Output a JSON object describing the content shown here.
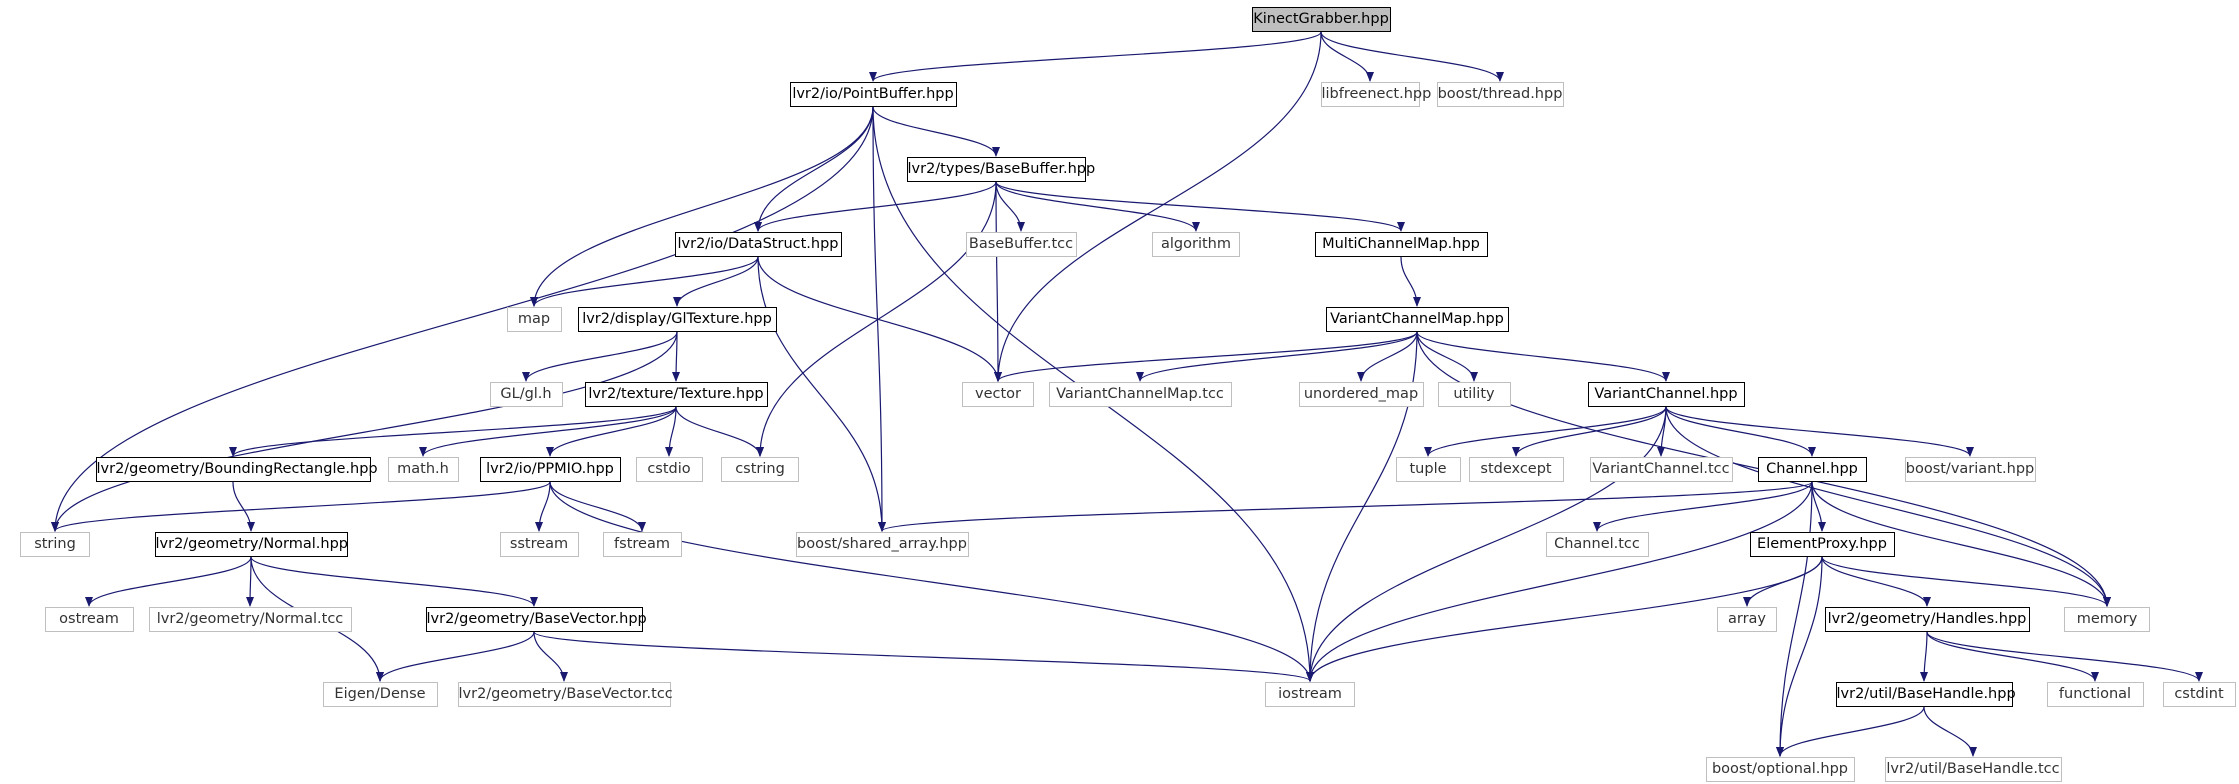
{
  "graph": {
    "root": "KinectGrabber.hpp",
    "colors": {
      "edge": "#191970",
      "root_fill": "#bfbfbf",
      "node_border": "#000000",
      "external_border": "#bfbfbf"
    },
    "nodes": [
      {
        "id": "kg",
        "label": "KinectGrabber.hpp",
        "kind": "root"
      },
      {
        "id": "pb",
        "label": "lvr2/io/PointBuffer.hpp",
        "kind": "doc"
      },
      {
        "id": "libf",
        "label": "libfreenect.hpp",
        "kind": "ext"
      },
      {
        "id": "bthr",
        "label": "boost/thread.hpp",
        "kind": "ext"
      },
      {
        "id": "bb",
        "label": "lvr2/types/BaseBuffer.hpp",
        "kind": "doc"
      },
      {
        "id": "ds",
        "label": "lvr2/io/DataStruct.hpp",
        "kind": "doc"
      },
      {
        "id": "bbtcc",
        "label": "BaseBuffer.tcc",
        "kind": "ext"
      },
      {
        "id": "alg",
        "label": "algorithm",
        "kind": "ext"
      },
      {
        "id": "mcm",
        "label": "MultiChannelMap.hpp",
        "kind": "doc"
      },
      {
        "id": "map",
        "label": "map",
        "kind": "ext"
      },
      {
        "id": "gltex",
        "label": "lvr2/display/GlTexture.hpp",
        "kind": "doc"
      },
      {
        "id": "vcm",
        "label": "VariantChannelMap.hpp",
        "kind": "doc"
      },
      {
        "id": "glh",
        "label": "GL/gl.h",
        "kind": "ext"
      },
      {
        "id": "tex",
        "label": "lvr2/texture/Texture.hpp",
        "kind": "doc"
      },
      {
        "id": "vec",
        "label": "vector",
        "kind": "ext"
      },
      {
        "id": "vcmtcc",
        "label": "VariantChannelMap.tcc",
        "kind": "ext"
      },
      {
        "id": "umap",
        "label": "unordered_map",
        "kind": "ext"
      },
      {
        "id": "util",
        "label": "utility",
        "kind": "ext"
      },
      {
        "id": "vc",
        "label": "VariantChannel.hpp",
        "kind": "doc"
      },
      {
        "id": "brect",
        "label": "lvr2/geometry/BoundingRectangle.hpp",
        "kind": "doc"
      },
      {
        "id": "mathh",
        "label": "math.h",
        "kind": "ext"
      },
      {
        "id": "ppm",
        "label": "lvr2/io/PPMIO.hpp",
        "kind": "doc"
      },
      {
        "id": "cstdio",
        "label": "cstdio",
        "kind": "ext"
      },
      {
        "id": "cstring",
        "label": "cstring",
        "kind": "ext"
      },
      {
        "id": "tuple",
        "label": "tuple",
        "kind": "ext"
      },
      {
        "id": "stdexc",
        "label": "stdexcept",
        "kind": "ext"
      },
      {
        "id": "vctcc",
        "label": "VariantChannel.tcc",
        "kind": "ext"
      },
      {
        "id": "chan",
        "label": "Channel.hpp",
        "kind": "doc"
      },
      {
        "id": "bvar",
        "label": "boost/variant.hpp",
        "kind": "ext"
      },
      {
        "id": "string",
        "label": "string",
        "kind": "ext"
      },
      {
        "id": "normal",
        "label": "lvr2/geometry/Normal.hpp",
        "kind": "doc"
      },
      {
        "id": "sstream",
        "label": "sstream",
        "kind": "ext"
      },
      {
        "id": "fstream",
        "label": "fstream",
        "kind": "ext"
      },
      {
        "id": "bsa",
        "label": "boost/shared_array.hpp",
        "kind": "ext"
      },
      {
        "id": "chtcc",
        "label": "Channel.tcc",
        "kind": "ext"
      },
      {
        "id": "eproxy",
        "label": "ElementProxy.hpp",
        "kind": "doc"
      },
      {
        "id": "ostream",
        "label": "ostream",
        "kind": "ext"
      },
      {
        "id": "normtcc",
        "label": "lvr2/geometry/Normal.tcc",
        "kind": "ext"
      },
      {
        "id": "bvech",
        "label": "lvr2/geometry/BaseVector.hpp",
        "kind": "doc"
      },
      {
        "id": "array",
        "label": "array",
        "kind": "ext"
      },
      {
        "id": "handles",
        "label": "lvr2/geometry/Handles.hpp",
        "kind": "doc"
      },
      {
        "id": "memory",
        "label": "memory",
        "kind": "ext"
      },
      {
        "id": "eigen",
        "label": "Eigen/Dense",
        "kind": "ext"
      },
      {
        "id": "bvectcc",
        "label": "lvr2/geometry/BaseVector.tcc",
        "kind": "ext"
      },
      {
        "id": "iostream",
        "label": "iostream",
        "kind": "ext"
      },
      {
        "id": "bhandle",
        "label": "lvr2/util/BaseHandle.hpp",
        "kind": "doc"
      },
      {
        "id": "functional",
        "label": "functional",
        "kind": "ext"
      },
      {
        "id": "cstdint",
        "label": "cstdint",
        "kind": "ext"
      },
      {
        "id": "bopt",
        "label": "boost/optional.hpp",
        "kind": "ext"
      },
      {
        "id": "bhtcc",
        "label": "lvr2/util/BaseHandle.tcc",
        "kind": "ext"
      }
    ],
    "edges": [
      [
        "kg",
        "pb"
      ],
      [
        "kg",
        "vec"
      ],
      [
        "kg",
        "libf"
      ],
      [
        "kg",
        "bthr"
      ],
      [
        "pb",
        "string"
      ],
      [
        "pb",
        "map"
      ],
      [
        "pb",
        "ds"
      ],
      [
        "pb",
        "bsa"
      ],
      [
        "pb",
        "bb"
      ],
      [
        "pb",
        "iostream"
      ],
      [
        "bb",
        "ds"
      ],
      [
        "bb",
        "cstring"
      ],
      [
        "bb",
        "bbtcc"
      ],
      [
        "bb",
        "vec"
      ],
      [
        "bb",
        "alg"
      ],
      [
        "bb",
        "mcm"
      ],
      [
        "ds",
        "map"
      ],
      [
        "ds",
        "gltex"
      ],
      [
        "ds",
        "bsa"
      ],
      [
        "ds",
        "vec"
      ],
      [
        "mcm",
        "vcm"
      ],
      [
        "gltex",
        "string"
      ],
      [
        "gltex",
        "glh"
      ],
      [
        "gltex",
        "tex"
      ],
      [
        "vcm",
        "vec"
      ],
      [
        "vcm",
        "vcmtcc"
      ],
      [
        "vcm",
        "umap"
      ],
      [
        "vcm",
        "util"
      ],
      [
        "vcm",
        "vc"
      ],
      [
        "vcm",
        "iostream"
      ],
      [
        "vcm",
        "memory"
      ],
      [
        "tex",
        "brect"
      ],
      [
        "tex",
        "mathh"
      ],
      [
        "tex",
        "ppm"
      ],
      [
        "tex",
        "cstdio"
      ],
      [
        "tex",
        "cstring"
      ],
      [
        "vc",
        "iostream"
      ],
      [
        "vc",
        "tuple"
      ],
      [
        "vc",
        "stdexc"
      ],
      [
        "vc",
        "vctcc"
      ],
      [
        "vc",
        "chan"
      ],
      [
        "vc",
        "bvar"
      ],
      [
        "vc",
        "memory"
      ],
      [
        "brect",
        "normal"
      ],
      [
        "ppm",
        "string"
      ],
      [
        "ppm",
        "sstream"
      ],
      [
        "ppm",
        "fstream"
      ],
      [
        "ppm",
        "iostream"
      ],
      [
        "chan",
        "bsa"
      ],
      [
        "chan",
        "chtcc"
      ],
      [
        "chan",
        "eproxy"
      ],
      [
        "chan",
        "iostream"
      ],
      [
        "chan",
        "memory"
      ],
      [
        "chan",
        "bopt"
      ],
      [
        "normal",
        "ostream"
      ],
      [
        "normal",
        "normtcc"
      ],
      [
        "normal",
        "eigen"
      ],
      [
        "normal",
        "bvech"
      ],
      [
        "eproxy",
        "array"
      ],
      [
        "eproxy",
        "handles"
      ],
      [
        "eproxy",
        "memory"
      ],
      [
        "eproxy",
        "iostream"
      ],
      [
        "eproxy",
        "bopt"
      ],
      [
        "bvech",
        "eigen"
      ],
      [
        "bvech",
        "bvectcc"
      ],
      [
        "bvech",
        "iostream"
      ],
      [
        "handles",
        "bhandle"
      ],
      [
        "handles",
        "functional"
      ],
      [
        "handles",
        "cstdint"
      ],
      [
        "bhandle",
        "bopt"
      ],
      [
        "bhandle",
        "bhtcc"
      ]
    ]
  }
}
